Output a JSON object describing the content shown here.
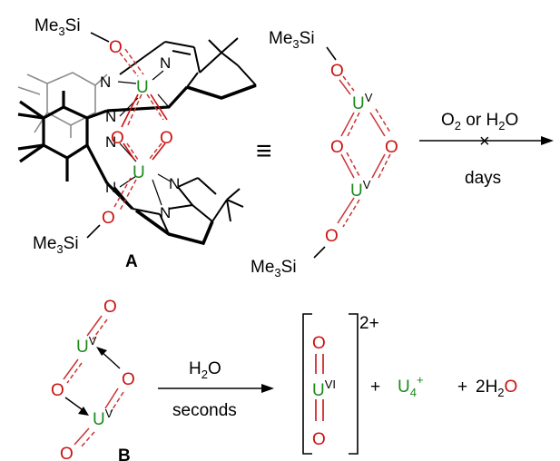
{
  "colors": {
    "uranium": "#1a8a1a",
    "oxygen": "#cc1111",
    "bond": "#000000",
    "ligand_shadow": "#8c8c8c",
    "uo_bond": "#cc3333"
  },
  "atoms": {
    "U": "U",
    "O": "O",
    "N": "N",
    "Si": "Si",
    "Me3": "Me",
    "sub3": "3"
  },
  "oxidation": {
    "five": "V",
    "six": "VI"
  },
  "compound_A": {
    "label": "A"
  },
  "compound_B": {
    "label": "B"
  },
  "equivalence": {
    "symbol": "≡"
  },
  "reaction1": {
    "above_prefix": "O",
    "above_sub": "2",
    "above_mid": " or H",
    "above_sub2": "2",
    "above_suffix": "O",
    "below": "days",
    "blocked_symbol": "×"
  },
  "reaction2": {
    "above_prefix": "H",
    "above_sub": "2",
    "above_suffix": "O",
    "below": "seconds"
  },
  "products": {
    "charge": "2+",
    "plus": "+",
    "u4_sub": "4",
    "u4_sup": "+",
    "water_coef": "2H",
    "water_sub": "2",
    "water_o": "O"
  }
}
